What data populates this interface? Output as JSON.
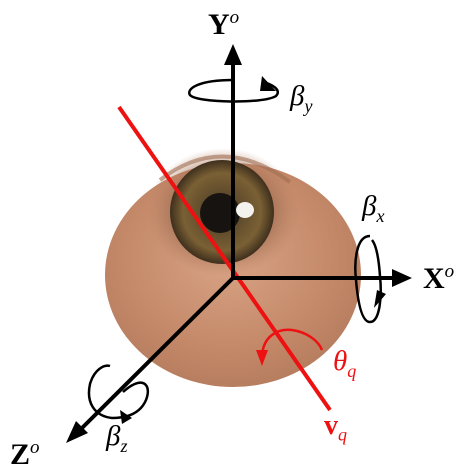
{
  "labels": {
    "y_axis": {
      "main": "Y",
      "sup": "o"
    },
    "x_axis": {
      "main": "X",
      "sup": "o"
    },
    "z_axis": {
      "main": "Z",
      "sup": "o"
    },
    "beta_y": {
      "main": "β",
      "sub": "y"
    },
    "beta_x": {
      "main": "β",
      "sub": "x"
    },
    "beta_z": {
      "main": "β",
      "sub": "z"
    },
    "theta_q": {
      "main": "θ",
      "sub": "q"
    },
    "v_q": {
      "main": "v",
      "sub": "q"
    }
  },
  "colors": {
    "axis": "#000000",
    "vector": "#ee1111",
    "skin": "#c98e6c",
    "iris": "#6b5230",
    "pupil": "#161310"
  }
}
